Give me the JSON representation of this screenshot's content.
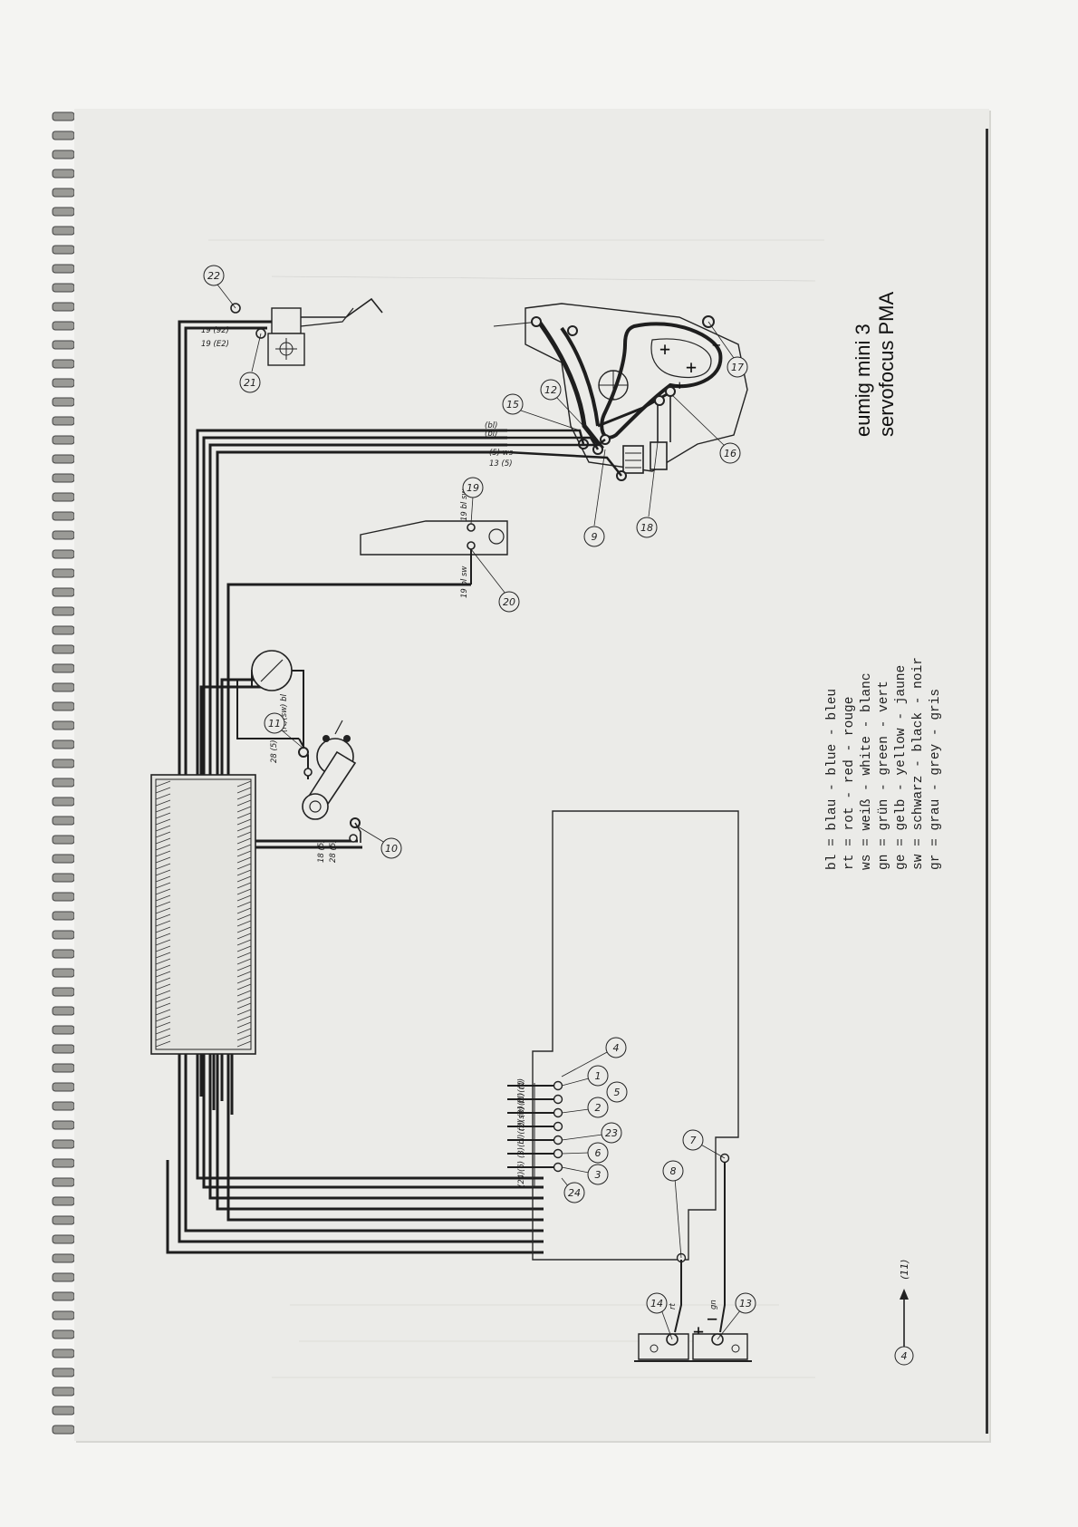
{
  "title": {
    "line1": "eumig mini 3",
    "line2": "servofocus PMA"
  },
  "legend": [
    "bl = blau  - blue  - bleu",
    "rt = rot   - red   - rouge",
    "ws = weiß  - white - blanc",
    "gn = grün  - green - vert",
    "ge = gelb  - yellow - jaune",
    "sw = schwarz - black - noir",
    "gr = grau  - grey  - gris"
  ],
  "callouts": {
    "c1": "1",
    "c2": "2",
    "c3": "3",
    "c4": "4",
    "c5": "5",
    "c6": "6",
    "c7": "7",
    "c8": "8",
    "c9": "9",
    "c10": "10",
    "c11": "11",
    "c12": "12",
    "c13": "13",
    "c14": "14",
    "c15": "15",
    "c16": "16",
    "c17": "17",
    "c18": "18",
    "c19": "19",
    "c20": "20",
    "c21": "21",
    "c22": "22",
    "c23": "23",
    "c24": "24"
  },
  "wire_labels": {
    "w22": "19 (92)",
    "w21": "19 (E2)",
    "w15a": "(bl)",
    "w15b": "(bl)",
    "w15c": "(5) ws",
    "w15d": "13 (5)",
    "w19": "19 bl sw",
    "w20": "19 bl sw",
    "w11a": "(rt)(sw) bl",
    "w11b": "28 (5)",
    "w10a": "18 (5)",
    "w10b": "28 (5)",
    "w8": "rt",
    "w7": "gn",
    "term_right_1": "(1)",
    "term_right_2": "(1)",
    "term_right_3": "(2)",
    "term_right_4": "(2)",
    "term_right_5": "(3)(bl)(rt)(sw)(bl)(rt)",
    "term_right_6": "(6)",
    "term_right_7": "(24)"
  },
  "arrow": {
    "start": "4",
    "end": "(11)"
  },
  "polarity": {
    "plus": "+",
    "minus": "−",
    "board_plus1": "+",
    "board_plus2": "+",
    "board_plus3": "+",
    "board_minus": "−"
  }
}
